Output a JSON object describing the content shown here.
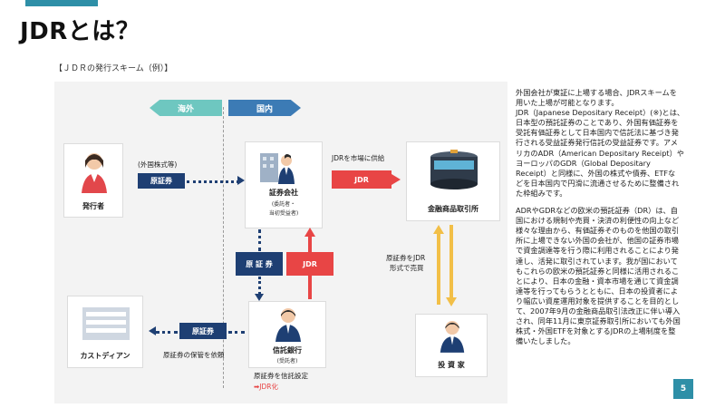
{
  "slide": {
    "title": "JDRとは？",
    "subtitle": "【ＪＤＲの発行スキーム（例）】",
    "page_number": "5",
    "accent_color": "#2e8fa7"
  },
  "diagram": {
    "region_left": "海外",
    "region_right": "国内",
    "issuer": {
      "label": "発行者",
      "note": "(外国株式等)",
      "tag": "原証券"
    },
    "securities": {
      "label": "証券会社",
      "sub1": "(委託者・",
      "sub2": "当初受益者)"
    },
    "exchange": {
      "label": "金融商品取引所",
      "tag": "JDR",
      "note": "JDRを市場に供給"
    },
    "custodian": {
      "label": "カストディアン"
    },
    "custody": {
      "tag": "原証券",
      "note": "原証券の保管を依頼"
    },
    "middle_tags": {
      "left": "原 証 券",
      "right": "JDR"
    },
    "trust_bank": {
      "label": "信託銀行",
      "sub": "(受託者)",
      "note": "原証券を信託設定",
      "jdr_note": "➡JDR化"
    },
    "investor": {
      "label": "投 資 家",
      "note1": "原証券をJDR",
      "note2": "形式で売買"
    }
  },
  "body": {
    "para1": "外国会社が東証に上場する場合、JDRスキームを\n用いた上場が可能となります。\nJDR（Japanese Depositary Receipt）(※)とは、\n日本型の預託証券のことであり、外国有価証券を\n受託有価証券として日本国内で信託法に基づき発\n行される受益証券発行信託の受益証券です。アメ\nリカのADR（American Depositary Receipt）や\nヨーロッパのGDR（Global Depositary\nReceipt）と同様に、外国の株式や債券、ETFな\nどを日本国内で円滑に流通させるために整備され\nた枠組みです。",
    "para2": "ADRやGDRなどの欧米の預託証券（DR）は、自\n国における規制や売買・決済の利便性の向上など\n様々な理由から、有価証券そのものを他国の取引\n所に上場できない外国の会社が、他国の証券市場\nで資金調達等を行う際に利用されることにより発\n達し、活発に取引されています。我が国において\nもこれらの欧米の預託証券と同様に活用されるこ\nとにより、日本の金融・資本市場を通じて資金調\n達等を行ってもらうとともに、日本の投資者によ\nり幅広い資産運用対象を提供することを目的とし\nて、2007年9月の金融商品取引法改正に伴い導入\nされ、同年11月に東京証券取引所においても外国\n株式・外国ETFを対象とするJDRの上場制度を整\n備いたしました。"
  }
}
